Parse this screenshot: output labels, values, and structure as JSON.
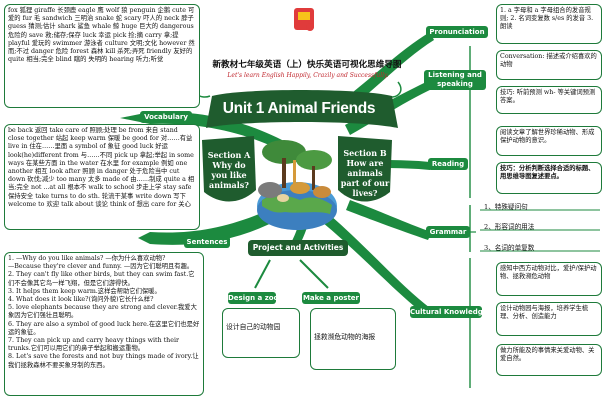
{
  "header": {
    "title": "新教材七年级英语（上）快乐英语可视化思维导图",
    "subtitle": "Let's learn English Happily, Crazily and Successfully."
  },
  "center": {
    "title": "Unit 1 Animal Friends",
    "section_a": "Section A\nWhy do you like animals?",
    "section_b": "Section B\nHow are animals part of our lives?"
  },
  "branches": {
    "vocabulary": "Vocabulary",
    "sentences": "Sentences",
    "project": "Project and Activities",
    "design_zoo": "Design a zoo",
    "make_poster": "Make a poster",
    "pronunciation": "Pronunciation",
    "listening": "Listening and speaking",
    "reading": "Reading",
    "grammar": "Grammar",
    "culture": "Cultural Knowledge"
  },
  "vocabulary_text": "fox 狐狸 giraffe 长颈鹿 eagle 鹰 wolf 狼 penguin 企鹅 cute 可爱的 fur 毛 sandwich 三明治 snake 蛇 scary 吓人的 neck 脖子 guess 猜测;估计 shark 鲨鱼 whale 鲸 huge 巨大的 dangerous 危险的 save 救;储存;保存 luck 幸运 pick 捡;摘 carry 拿;提 playful 爱玩的 swimmer 游泳者 culture 文明;文化 however 然而;不过 danger 危险 forest 森林 kill 杀死;弄死 friendly 友好的 quite 相当;完全 blind 瞎的 失明的 hearing 听力;听觉",
  "phrases_text": "be back 返回 take care of 照顾;处理 be from 来自 stand close together 站起 keep warm 保暖 be good for 对……有益 live in 住在……里面 a symbol of 象征 good luck 好运 look(he)different from 与……不同 pick up 拿起;举起 in some ways 在某些方面 in the water 在水里 for example 例如 one another 相互 look after 照顾 in danger 处于危险当中 cut down 砍伐;减少 too many 太多 made of 由……制成 quite a 相当;完全 not ...at all 根本不 walk to school 步走上学 stay safe 保持安全 take turns to do sth. 轮流干某事 write down 写下 welcome to 欢迎 talk about 谈论 think of 想出 care for 关心",
  "sentences": [
    "1. —Why do you like animals? —你为什么喜欢动物?",
    "—Because they're clever and funny. —因为它们聪明且有趣。",
    "2. They can't fly like other birds, but they can swim fast.它们不会像其它鸟一样飞翔，但是它们游得快。",
    "3. It helps them keep warm.这样会帮助它们保暖。",
    "4. What does it look like?(询问外貌)它长什么样?",
    "5. love elephants because they are strong and clever.我爱大象因为它们强壮且聪明。",
    "6. They are also a symbol of good luck here.在这里它们也是好运的象征。",
    "7. They can pick up and carry heavy things with their trunks.它们可以用它们的鼻子举起和搬运重物。",
    "8. Let's save the forests and not buy things made of ivory.让我们拯救森林不要买象牙制的东西。"
  ],
  "project_boxes": {
    "zoo": "设计自己的动物园",
    "poster": "拯救濒危动物的海报"
  },
  "pronunciation_text": "1. a 字母和 a 字母组合的发音规则; 2. 名词变复数 s/es 的发音 3. 朗读",
  "listening": {
    "conversation": "Conversation: 描述或介绍喜欢的动物",
    "skills": "技巧: 听前预测 wh- 等关键词预测答案。"
  },
  "reading": {
    "text1": "阅读文章了解世界珍稀动物、形成保护动物的意识。",
    "text2": "技巧：分析判断选择合适的标题、用思维导图复述要点。"
  },
  "grammar_items": [
    "1、特殊疑问句",
    "2、形容词的用法",
    "3、名词的单复数"
  ],
  "culture": {
    "text1": "感知中西方动物对比，爱护/保护动物、拯救濒危动物",
    "text2": "设计动物园与海报，培养学生梳理、分析、创造能力",
    "text3": "做力所能及的事情来关爱动物、关爱自然。"
  },
  "colors": {
    "branch_green": "#1c8a3f",
    "dark_green": "#1f5c2e",
    "title_red": "#c0262d"
  }
}
